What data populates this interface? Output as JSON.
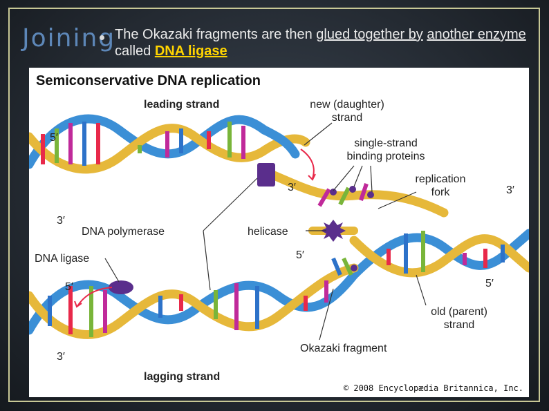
{
  "slide": {
    "title": "Joining",
    "bullet": {
      "text_1": "The Okazaki fragments are then ",
      "link_1": "glued together by",
      "text_2": " ",
      "link_2": "another enzyme",
      "text_3": " called ",
      "highlight": "DNA ligase"
    }
  },
  "figure": {
    "title": "Semiconservative DNA replication",
    "labels": {
      "leading_strand": "leading strand",
      "new_strand_1": "new (daughter)",
      "new_strand_2": "strand",
      "ssb_1": "single-strand",
      "ssb_2": "binding proteins",
      "fork_1": "replication",
      "fork_2": "fork",
      "dna_polymerase": "DNA polymerase",
      "helicase": "helicase",
      "dna_ligase": "DNA ligase",
      "old_strand_1": "old (parent)",
      "old_strand_2": "strand",
      "okazaki_fragment": "Okazaki fragment",
      "lagging_strand": "lagging strand",
      "prime_5_top": "5′",
      "prime_3_top_left": "3′",
      "prime_3_center": "3′",
      "prime_3_right": "3′",
      "prime_5_lower_center": "5′",
      "prime_5_right": "5′",
      "prime_5_left_lower": "5′",
      "prime_3_bottom_left": "3′"
    },
    "credit": "© 2008 Encyclopædia Britannica, Inc.",
    "colors": {
      "parent_strand": "#e6b83a",
      "daughter_strand": "#3b8fd6",
      "enzyme": "#5a2e8c",
      "base_red": "#e8294a",
      "base_magenta": "#c02a9a",
      "base_blue": "#2d72c9",
      "base_green": "#79b53a"
    }
  }
}
